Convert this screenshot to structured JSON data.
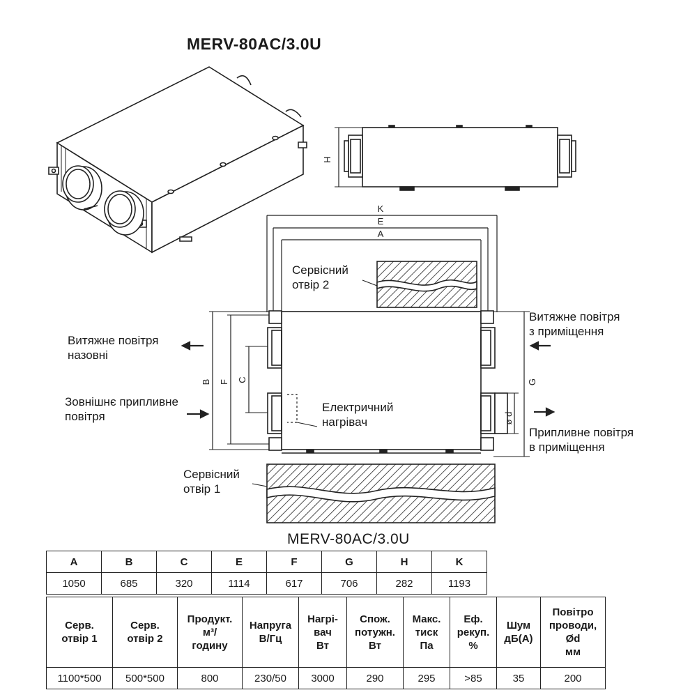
{
  "model_title": "MERV-80AC/3.0U",
  "table_title": "MERV-80AC/3.0U",
  "dim_letters": {
    "h": "H",
    "k": "K",
    "e": "E",
    "a": "A",
    "b": "B",
    "f": "F",
    "c": "C",
    "g": "G",
    "d": "ø d"
  },
  "labels": {
    "service2": "Сервісний\nотвір 2",
    "service1": "Сервісний\nотвір 1",
    "exhaust_out": "Витяжне повітря\nназовні",
    "outdoor_supply": "Зовнішнє припливне\nповітря",
    "exhaust_in": "Витяжне повітря\nз приміщення",
    "supply_in": "Припливне повітря\nв приміщення",
    "heater": "Електричний\nнагрівач"
  },
  "dimensions_table": {
    "headers": [
      "A",
      "B",
      "C",
      "E",
      "F",
      "G",
      "H",
      "K"
    ],
    "values": [
      "1050",
      "685",
      "320",
      "1114",
      "617",
      "706",
      "282",
      "1193"
    ]
  },
  "specs_table": {
    "headers": [
      "Серв.\nотвір 1",
      "Серв.\nотвір 2",
      "Продукт.\nм³/\nгодину",
      "Напруга\nВ/Гц",
      "Нагрі-\nвач\nВт",
      "Спож.\nпотужн.\nВт",
      "Макс.\nтиск\nПа",
      "Еф.\nрекуп.\n%",
      "Шум\nдБ(А)",
      "Повітро\nпроводи,\nØd\nмм"
    ],
    "values": [
      "1100*500",
      "500*500",
      "800",
      "230/50",
      "3000",
      "290",
      "295",
      ">85",
      "35",
      "200"
    ]
  }
}
